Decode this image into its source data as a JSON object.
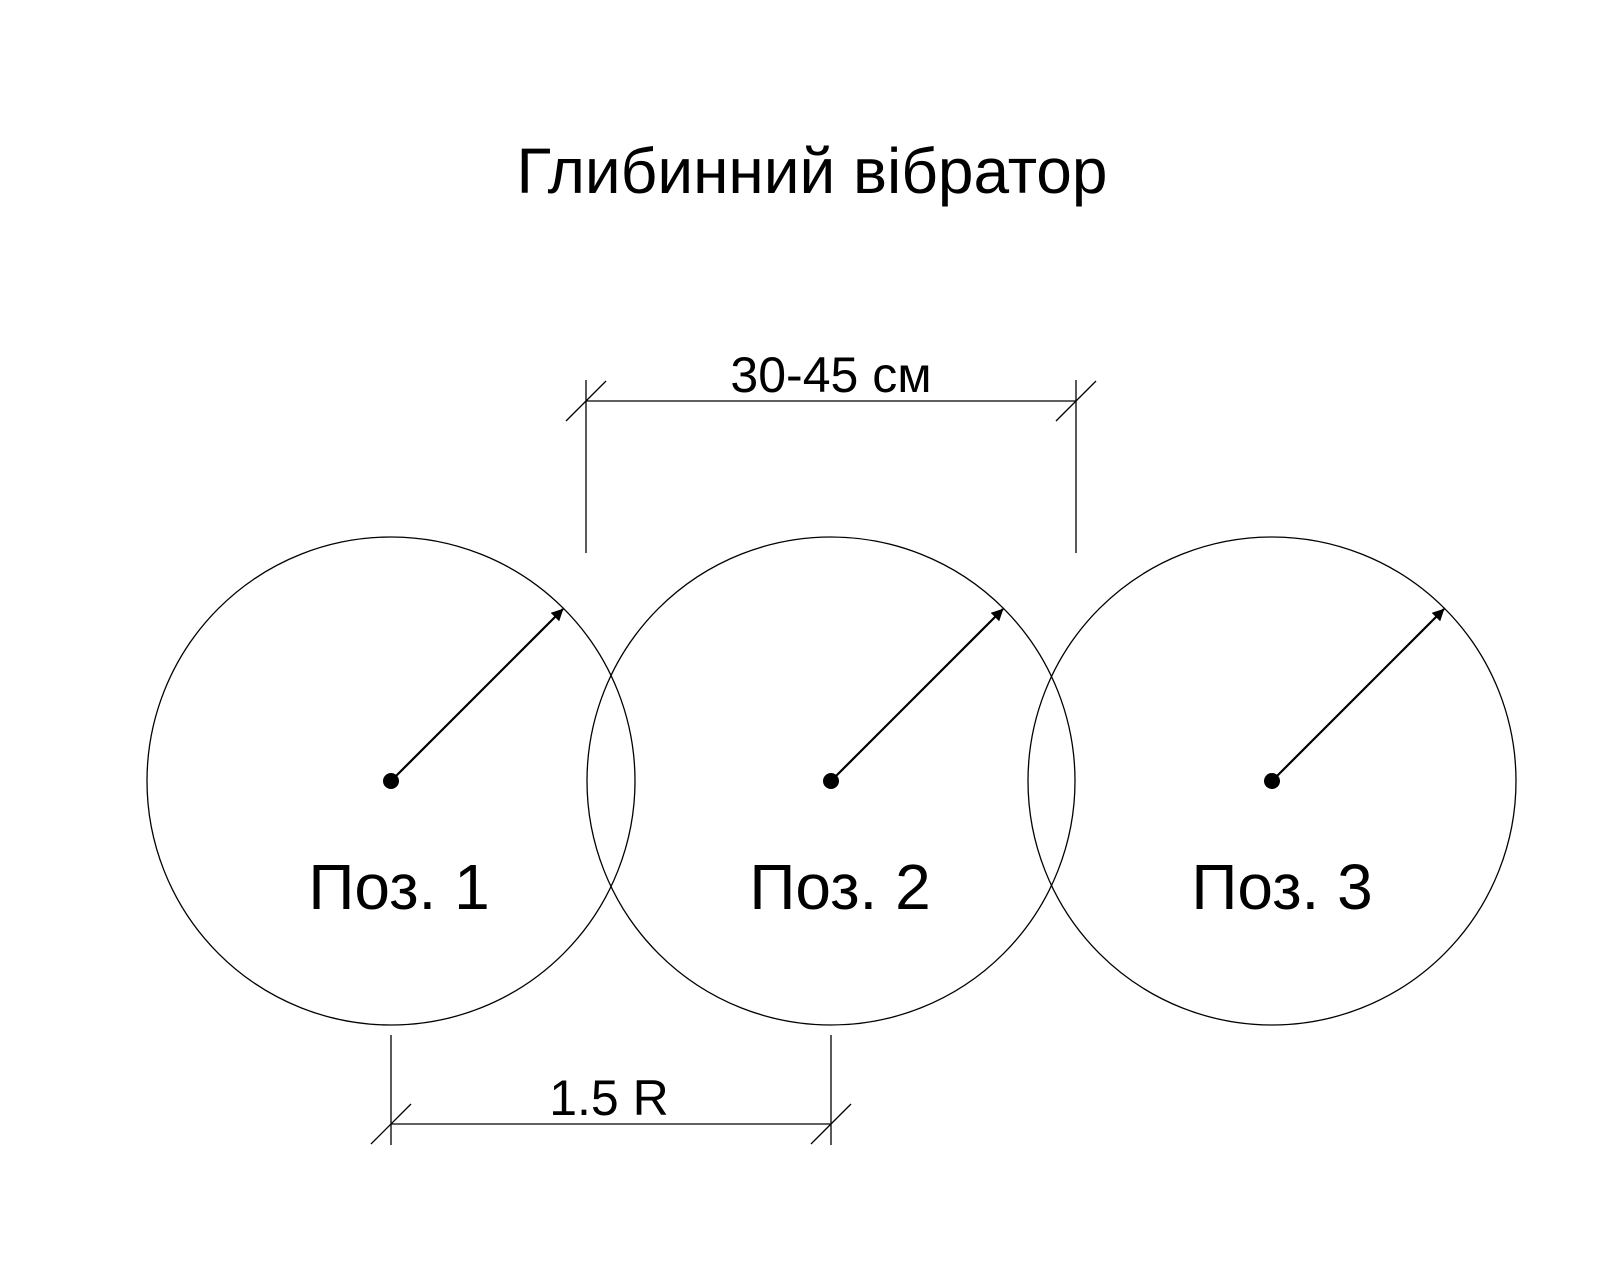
{
  "title": "Глибинний вібратор",
  "dimensions": {
    "top": "30-45 см",
    "bottom": "1.5 R"
  },
  "positions": [
    {
      "label": "Поз. 1"
    },
    {
      "label": "Поз. 2"
    },
    {
      "label": "Поз. 3"
    }
  ]
}
